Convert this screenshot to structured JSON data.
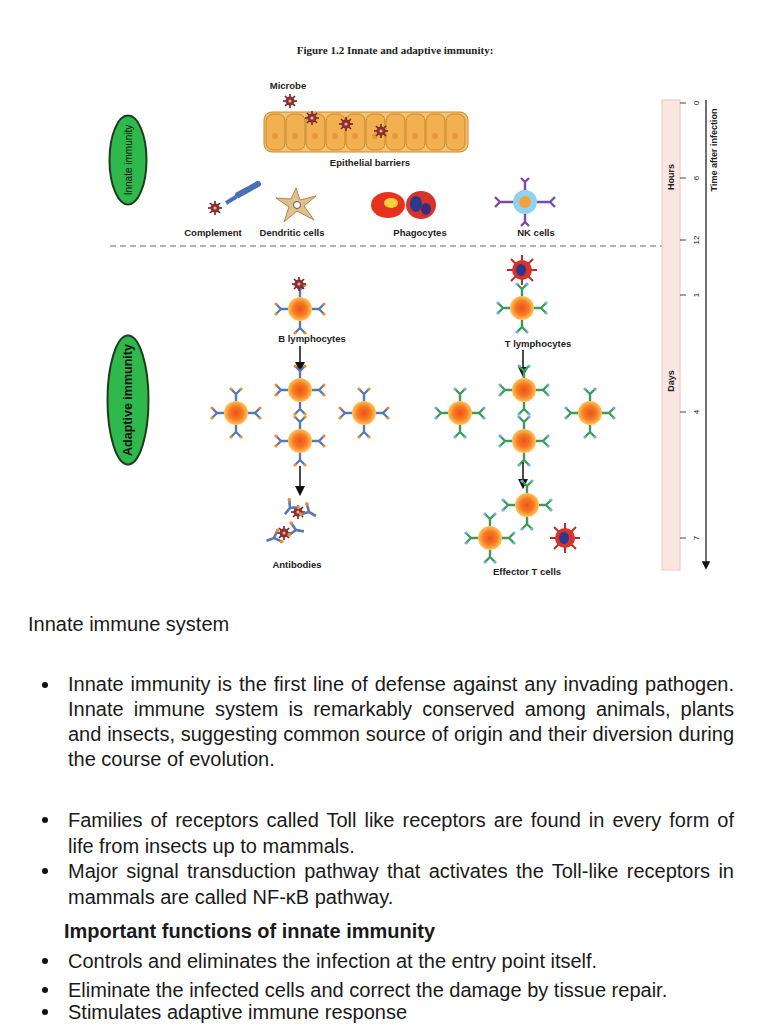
{
  "diagram": {
    "title": "Figure 1.2 Innate and adaptive immunity:",
    "nodes": [
      {
        "text": [
          "Innate immunity"
        ]
      },
      {
        "text": [
          "Adaptive immunity"
        ]
      }
    ],
    "labels": [
      "Microbe",
      "Epithelial barriers",
      "Complement",
      "Dendritic cells",
      "Phagocytes",
      "NK cells",
      "Hours",
      "Time after infection",
      "0",
      "6",
      "12",
      "B lymphocytes",
      "T lymphocytes",
      "1",
      "Days",
      "4",
      "Antibodies",
      "Effector T cells",
      "7",
      "Innate immune system",
      "Innate immunity is the first line of defense against any invading pathogen. Innate immune system is remarkably conserved among animals, plants and insects, suggesting common source of origin and their diversion during the course of evolution.",
      "Families of receptors called Toll like receptors are found in every form of life from insects up to mammals.",
      "Major signal transduction pathway that activates the Toll-like receptors in mammals are called NF-κB pathway.",
      "Important functions of innate immunity",
      "Controls and eliminates the infection at the entry point itself.",
      "Eliminate the infected cells and correct the damage by tissue repair.",
      "Stimulates adaptive immune response"
    ]
  }
}
